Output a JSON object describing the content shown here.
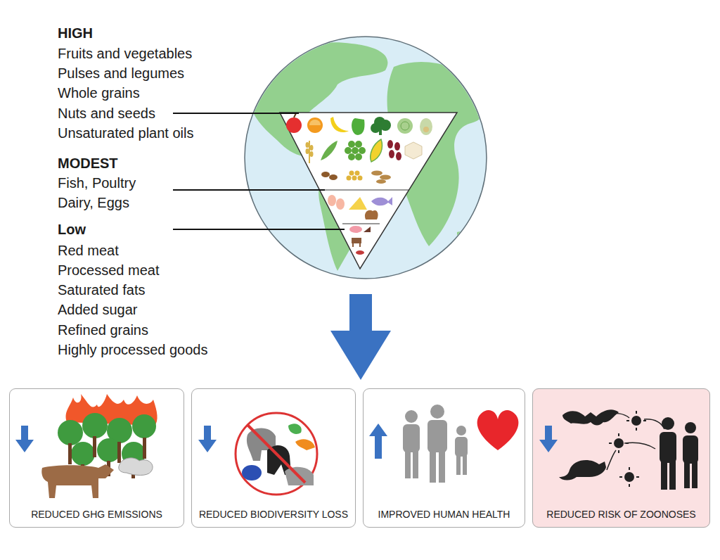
{
  "diagram": {
    "nodes": [
      {
        "text": [
          "REDUCED GHG EMISSIONS"
        ]
      },
      {
        "text": [
          "REDUCED BIODIVERSITY LOSS"
        ]
      },
      {
        "text": [
          "IMPROVED HUMAN HEALTH"
        ]
      },
      {
        "text": [
          "REDUCED RISK OF ZOONOSES"
        ]
      }
    ],
    "labels": [
      "HIGH",
      "Fruits and vegetables",
      "Pulses and legumes",
      "Whole grains",
      "Nuts and seeds",
      "Unsaturated plant oils",
      "MODEST",
      "Fish, Poultry",
      "Dairy, Eggs",
      "Low",
      "Red meat",
      "Processed meat",
      "Saturated fats",
      "Added sugar",
      "Refined grains",
      "Highly processed goods"
    ]
  }
}
